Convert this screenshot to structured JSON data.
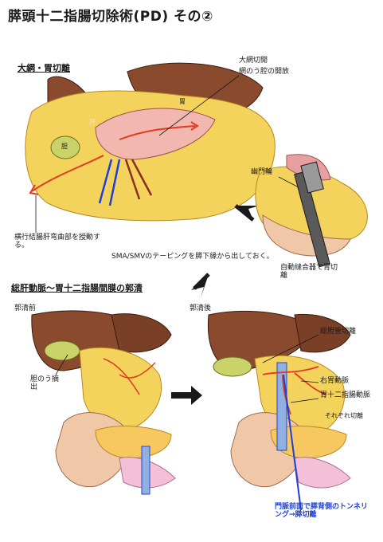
{
  "title": "膵頭十二指腸切除術(PD) その②",
  "panel1": {
    "heading": "大網・胃切離",
    "annotation_omentum": "大網切開",
    "annotation_bursa": "網のう腔の開放",
    "label_liver": "肝",
    "label_stomach": "胃",
    "label_gb": "胆",
    "label_colon": "横行結腸肝弯曲部を授動する。",
    "label_sma": "SMA/SMVのテーピングを膵下縁から出しておく。"
  },
  "panel2": {
    "label_pylorus": "幽門輪",
    "label_stapler": "自動縫合器で胃切離"
  },
  "panel3": {
    "heading": "総肝動脈～胃十二指腸間膜の郭清",
    "before": "郭清前",
    "after": "郭清後",
    "label_chd_exposure": "胆のう摘出",
    "label_bile_duct": "総胆管切離",
    "label_rga": "右胃動脈",
    "label_gda": "胃十二指腸動脈",
    "label_cut": "それぞれ切離",
    "label_tunnel": "門脈前面で膵背側のトンネリング→膵切離"
  },
  "colors": {
    "liver": "#8a4a2e",
    "fat": "#f3d35c",
    "artery": "#e23a22",
    "vein": "#2a44c8",
    "pancreas": "#f6c85f",
    "duodenum": "#f0c8a8",
    "tape_blue": "#1f3fd6",
    "tape_brown": "#8b2d1f"
  }
}
